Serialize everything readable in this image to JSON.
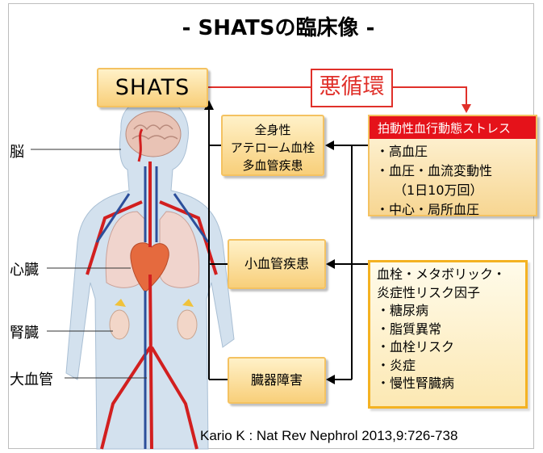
{
  "title": "- SHATSの臨床像 -",
  "shats": "SHATS",
  "vicious_cycle": "悪循環",
  "conditions": {
    "systemic": [
      "全身性",
      "アテローム血栓",
      "多血管疾患"
    ],
    "small_vessel": "小血管疾患",
    "organ_damage": "臓器障害"
  },
  "stress": {
    "header": "拍動性血行動態ストレス",
    "items": [
      "・高血圧",
      "・血圧・血流変動性",
      "（1日10万回）",
      "・中心・局所血圧"
    ]
  },
  "risk_factors": {
    "heading": [
      "血栓・メタボリック・",
      "炎症性リスク因子"
    ],
    "items": [
      "・糖尿病",
      "・脂質異常",
      "・血栓リスク",
      "・炎症",
      "・慢性腎臓病"
    ]
  },
  "organs": {
    "brain": "脳",
    "heart": "心臓",
    "kidney": "腎臓",
    "aorta": "大血管"
  },
  "citation": "Kario K : Nat Rev Nephrol 2013,9:726-738",
  "colors": {
    "box_fill": "#f8cf7a",
    "box_border": "#f4c261",
    "red": "#e0302a",
    "stress_header": "#e5121a"
  }
}
